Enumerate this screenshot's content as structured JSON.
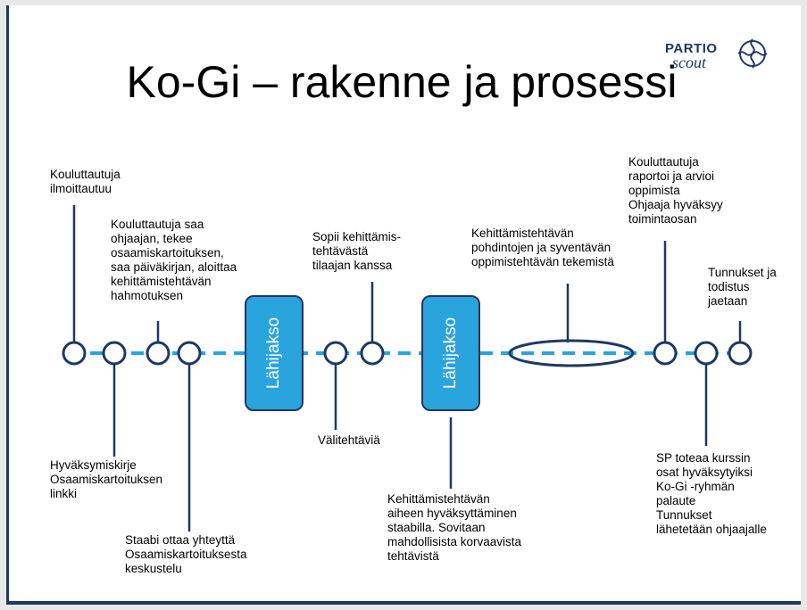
{
  "title": "Ko-Gi – rakenne ja prosessi",
  "logo": {
    "line1": "PARTIO",
    "line2": "scout"
  },
  "colors": {
    "navy": "#1f3864",
    "blue": "#29a4dc"
  },
  "blocks": [
    {
      "label": "Lähijakso"
    },
    {
      "label": "Lähijakso"
    }
  ],
  "steps_above": [
    {
      "lines": [
        "Kouluttautuja",
        "ilmoittautuu"
      ]
    },
    {
      "lines": [
        "Kouluttautuja saa",
        "ohjaajan, tekee",
        "osaamiskartoituksen,",
        "saa päiväkirjan, aloittaa",
        "kehittämistehtävän",
        "hahmotuksen"
      ]
    },
    {
      "lines": [
        "Sopii kehittämis-",
        "tehtävästä",
        "tilaajan kanssa"
      ]
    },
    {
      "lines": [
        "Kehittämistehtävän",
        "pohdintojen ja syventävän",
        "oppimistehtävän tekemistä"
      ]
    },
    {
      "lines": [
        "Kouluttautuja",
        "raportoi ja arvioi",
        "oppimista",
        "Ohjaaja hyväksyy",
        "toimintaosan"
      ]
    },
    {
      "lines": [
        "Tunnukset ja",
        "todistus",
        "jaetaan"
      ]
    }
  ],
  "steps_below": [
    {
      "lines": [
        "Hyväksymiskirje",
        "Osaamiskartoituksen",
        "linkki"
      ]
    },
    {
      "lines": [
        "Staabi ottaa yhteyttä",
        "Osaamiskartoituksesta",
        "keskustelu"
      ]
    },
    {
      "lines": [
        "Välitehtäviä"
      ]
    },
    {
      "lines": [
        "Kehittämistehtävän",
        "aiheen hyväksyttäminen",
        "staabilla. Sovitaan",
        "mahdollisista korvaavista",
        "tehtävistä"
      ]
    },
    {
      "lines": [
        "SP toteaa kurssin",
        "osat hyväksytyiksi",
        "Ko-Gi -ryhmän",
        "palaute",
        "Tunnukset",
        "lähetetään ohjaajalle"
      ]
    }
  ]
}
